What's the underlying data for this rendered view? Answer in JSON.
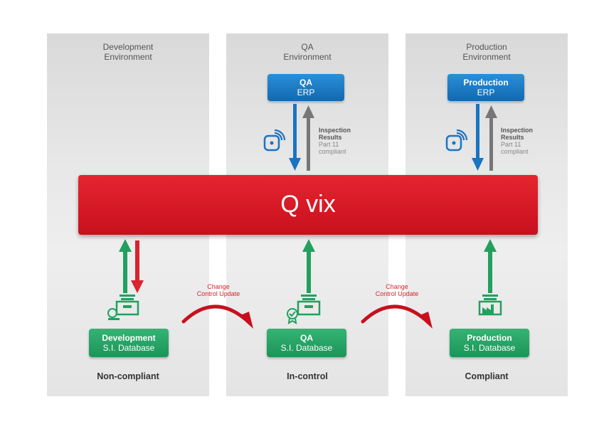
{
  "columns": [
    {
      "title_line1": "Development",
      "title_line2": "Environment",
      "footer": "Non-compliant"
    },
    {
      "title_line1": "QA",
      "title_line2": "Environment",
      "footer": "In-control"
    },
    {
      "title_line1": "Production",
      "title_line2": "Environment",
      "footer": "Compliant"
    }
  ],
  "erp": {
    "qa": {
      "line1": "QA",
      "line2": "ERP"
    },
    "production": {
      "line1": "Production",
      "line2": "ERP"
    }
  },
  "inspection": {
    "line1": "Inspection",
    "line2": "Results",
    "line3": "Part 11",
    "line4": "compliant"
  },
  "center": {
    "label": "Q vix"
  },
  "databases": [
    {
      "line1": "Development",
      "line2": "S.I. Database"
    },
    {
      "line1": "QA",
      "line2": "S.I. Database"
    },
    {
      "line1": "Production",
      "line2": "S.I. Database"
    }
  ],
  "change_control": {
    "line1": "Change",
    "line2": "Control Update"
  },
  "colors": {
    "red": "#d9232e",
    "blue": "#1a74c2",
    "green": "#22a05f",
    "gray": "#777777"
  },
  "icons": [
    "wireless-tag-icon",
    "microscope-icon",
    "certificate-icon",
    "factory-icon"
  ]
}
